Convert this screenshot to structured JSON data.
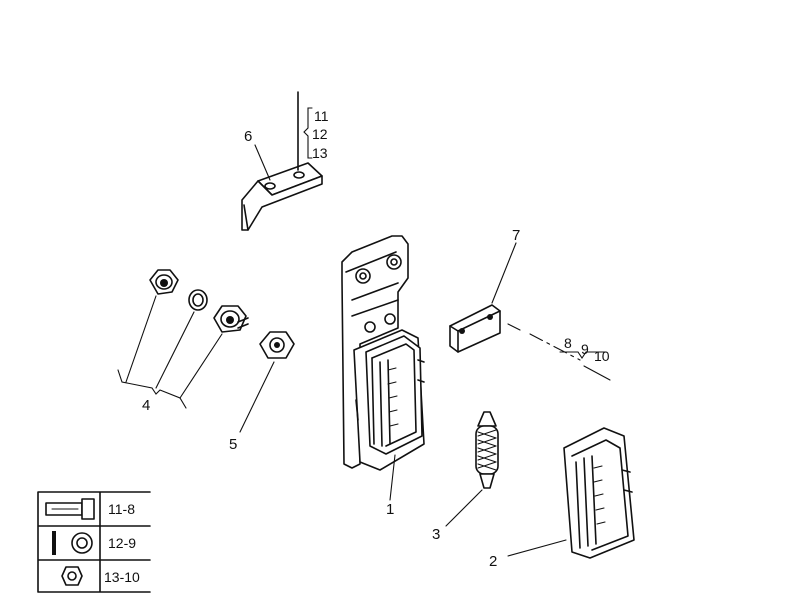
{
  "callouts": {
    "p1": "1",
    "p2": "2",
    "p3": "3",
    "p4": "4",
    "p5": "5",
    "p6": "6",
    "p7": "7",
    "p8": "8",
    "p9": "9",
    "p10": "10",
    "p11": "11",
    "p12": "12",
    "p13": "13"
  },
  "legend": {
    "rows": [
      {
        "icon": "bolt-icon",
        "ref": "11-8"
      },
      {
        "icon": "washer-icon",
        "ref": "12-9"
      },
      {
        "icon": "nut-icon",
        "ref": "13-10"
      }
    ]
  }
}
